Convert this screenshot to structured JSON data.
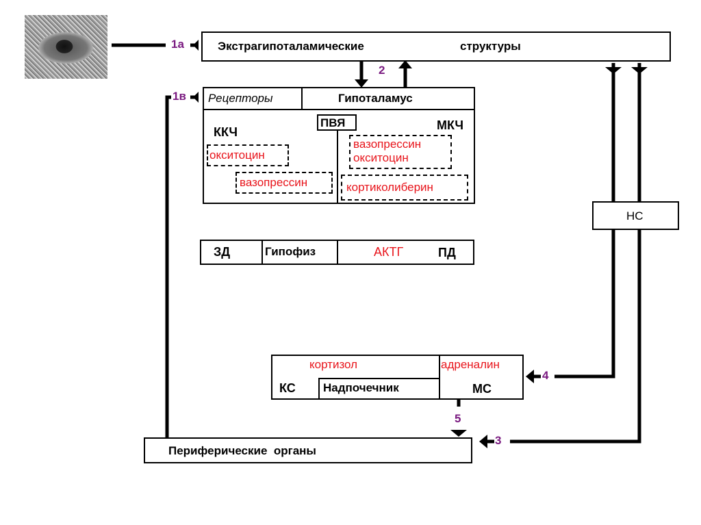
{
  "diagram": {
    "eye_image": "eye-photo",
    "extrahypothalamic": "Экстрагипоталамические",
    "structures": "структуры",
    "receptors": "Рецепторы",
    "hypothalamus": "Гипоталамус",
    "pvn": "ПВЯ",
    "kkch": "ККЧ",
    "mkch": "МКЧ",
    "kkch_oxytocin": "окситоцин",
    "kkch_vasopressin": "вазопрессин",
    "mkch_vasopressin": "вазопрессин",
    "mkch_oxytocin": "окситоцин",
    "corticoliberin": "кортиколиберин",
    "pituitary_zd": "ЗД",
    "pituitary": "Гипофиз",
    "actg": "АКТГ",
    "pituitary_pd": "ПД",
    "ns": "НС",
    "cortisol": "кортизол",
    "adrenaline": "адреналин",
    "ks": "КС",
    "adrenal": "Надпочечник",
    "ms": "МС",
    "peripheral": "Периферические  органы",
    "labels": {
      "l1a": "1а",
      "l1v": "1в",
      "l2": "2",
      "l3": "3",
      "l4": "4",
      "l5": "5"
    },
    "colors": {
      "hormone": "#e8141b",
      "pathway_number": "#7a1a80",
      "line": "#000000"
    }
  }
}
